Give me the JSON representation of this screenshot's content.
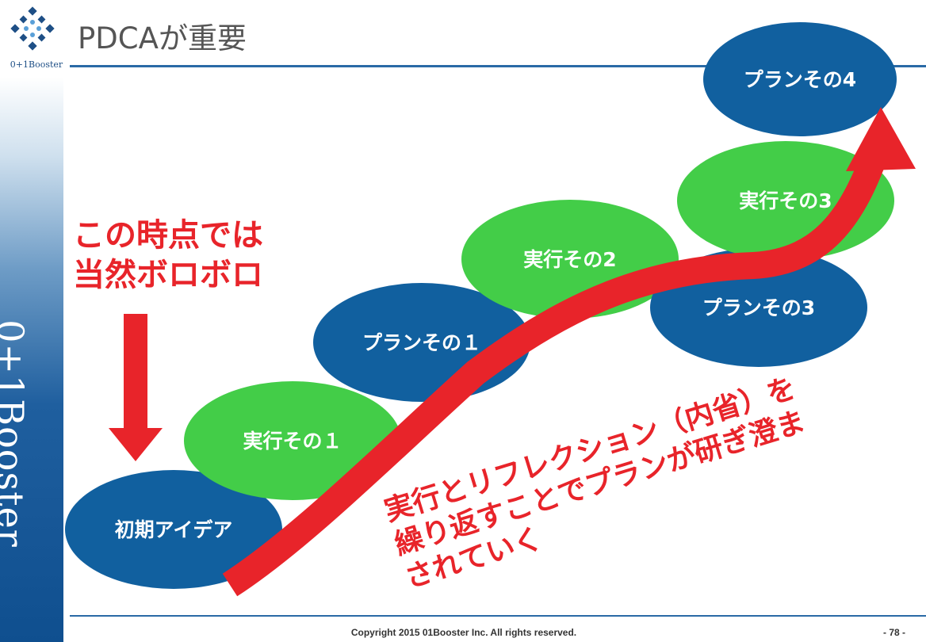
{
  "slide": {
    "title": "PDCAが重要",
    "logo_text": "0+1Booster",
    "sidebar_brand": "0+1Booster",
    "copyright": "Copyright 2015 01Booster Inc.  All rights reserved.",
    "page_number": "- 78 -"
  },
  "diagram": {
    "steps": [
      {
        "label": "初期アイデア",
        "kind": "plan"
      },
      {
        "label": "実行その１",
        "kind": "execute"
      },
      {
        "label": "プランその１",
        "kind": "plan"
      },
      {
        "label": "実行その2",
        "kind": "execute"
      },
      {
        "label": "プランその3",
        "kind": "plan"
      },
      {
        "label": "実行その3",
        "kind": "execute"
      },
      {
        "label": "プランその4",
        "kind": "plan"
      }
    ],
    "colors": {
      "plan": "#11609f",
      "execute": "#43cd48",
      "accent": "#e8242a"
    },
    "note_lines": [
      "この時点では",
      "当然ボロボロ"
    ],
    "conclusion_lines": [
      "実行とリフレクション（内省）を",
      "繰り返すことでプランが研ぎ澄ま",
      "されていく"
    ]
  }
}
